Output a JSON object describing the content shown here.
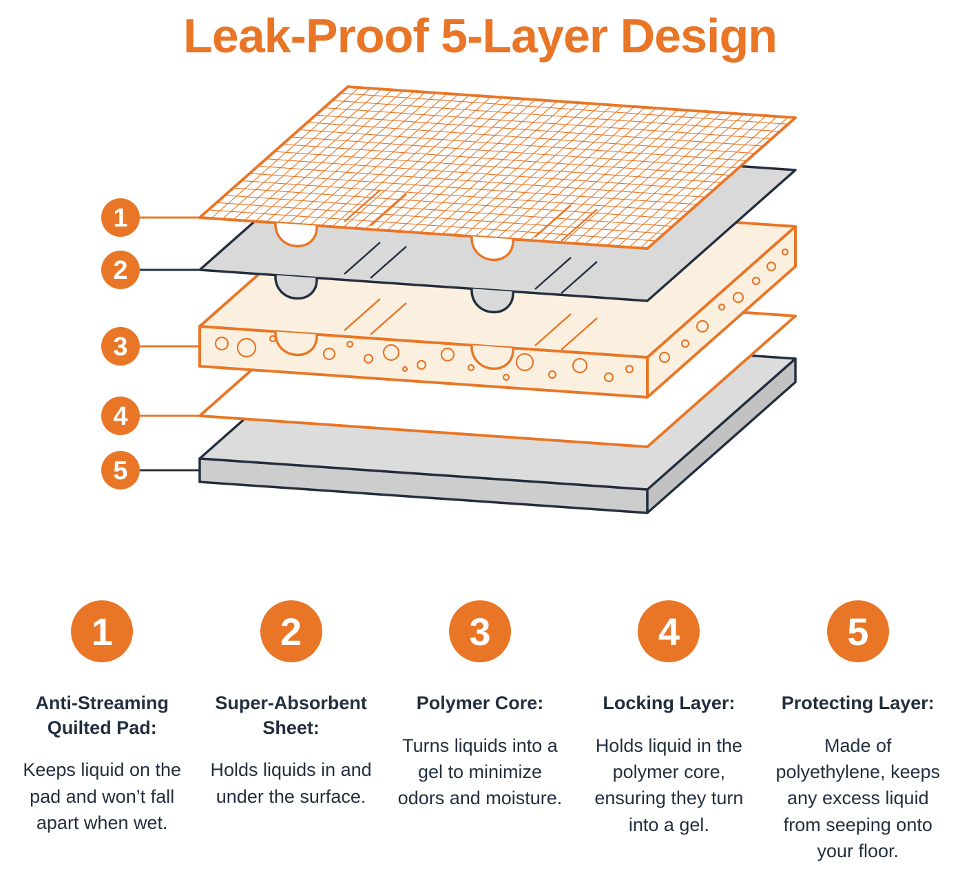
{
  "title": "Leak-Proof 5-Layer Design",
  "colors": {
    "accent": "#E97626",
    "ink": "#232F3E",
    "layer_gray": "#D9D9D9",
    "core_cream": "#FBF0DF"
  },
  "diagram": {
    "callouts": [
      {
        "num": "1"
      },
      {
        "num": "2"
      },
      {
        "num": "3"
      },
      {
        "num": "4"
      },
      {
        "num": "5"
      }
    ]
  },
  "legend": [
    {
      "num": "1",
      "heading": "Anti-Streaming Quilted Pad:",
      "body": "Keeps liquid on the pad and won’t fall apart when wet."
    },
    {
      "num": "2",
      "heading": "Super-Absorbent Sheet:",
      "body": "Holds liquids in and under the surface."
    },
    {
      "num": "3",
      "heading": "Polymer Core:",
      "body": "Turns liquids into a gel to minimize odors and moisture."
    },
    {
      "num": "4",
      "heading": "Locking Layer:",
      "body": "Holds liquid in the polymer core, ensuring they turn into a gel."
    },
    {
      "num": "5",
      "heading": "Protecting Layer:",
      "body": "Made of polyethylene, keeps any excess liquid from seeping onto your floor."
    }
  ]
}
